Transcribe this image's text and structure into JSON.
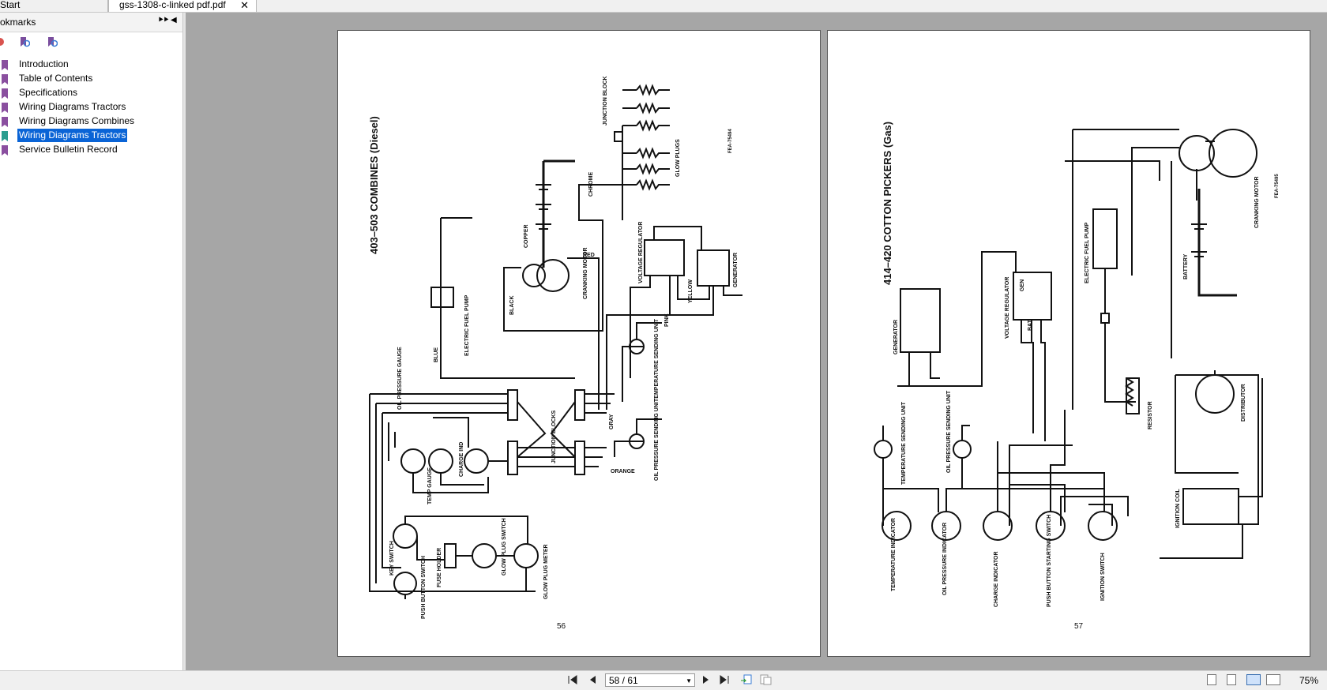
{
  "tabs": [
    {
      "label": "Start"
    },
    {
      "label": "gss-1308-c-linked pdf.pdf",
      "close": "✕"
    }
  ],
  "sidebar": {
    "title": "okmarks",
    "expand_icon": "⯈⯈",
    "collapse_icon": "◀",
    "items": [
      {
        "label": "Introduction"
      },
      {
        "label": "Table of Contents"
      },
      {
        "label": "Specifications"
      },
      {
        "label": "Wiring Diagrams Tractors"
      },
      {
        "label": "Wiring Diagrams Combines"
      },
      {
        "label": "Wiring Diagrams Tractors",
        "selected": true
      },
      {
        "label": "Service Bulletin Record"
      }
    ]
  },
  "pages": [
    {
      "title": "403–503 COMBINES (Diesel)",
      "number": "56",
      "code": "FEA-75494",
      "labels": {
        "junction_block": "JUNCTION BLOCK",
        "glow_plugs": "GLOW PLUGS",
        "chrome": "CHROME",
        "copper": "COPPER",
        "red": "RED",
        "cranking_motor": "CRANKING MOTOR",
        "voltage_regulator": "VOLTAGE REGULATOR",
        "generator": "GENERATOR",
        "yellow": "YELLOW",
        "black": "BLACK",
        "blue": "BLUE",
        "pink": "PINK",
        "electric_fuel_pump": "ELECTRIC FUEL PUMP",
        "oil_pressure_gauge": "OIL PRESSURE GAUGE",
        "temperature_sending_unit": "TEMPERATURE SENDING UNIT",
        "gray": "GRAY",
        "junction_blocks": "JUNCTION BLOCKS",
        "oil_pressure_sending_unit": "OIL PRESSURE SENDING UNIT",
        "orange": "ORANGE",
        "temp_gauge": "TEMP GAUGE",
        "charge_ind": "CHARGE IND",
        "key_switch": "KEY SWITCH",
        "fuse_holder": "FUSE HOLDER",
        "glow_plug_switch": "GLOW PLUG SWITCH",
        "glow_plug_meter": "GLOW PLUG METER",
        "push_button_switch": "PUSH BUTTON SWITCH"
      }
    },
    {
      "title": "414–420 COTTON PICKERS (Gas)",
      "number": "57",
      "code": "FEA-75495",
      "labels": {
        "cranking_motor": "CRANKING MOTOR",
        "battery": "BATTERY",
        "electric_fuel_pump": "ELECTRIC FUEL PUMP",
        "voltage_regulator": "VOLTAGE REGULATOR",
        "generator": "GENERATOR",
        "resistor": "RESISTOR",
        "distributor": "DISTRIBUTOR",
        "temperature_sending_unit": "TEMPERATURE SENDING UNIT",
        "oil_pressure_sending_unit": "OIL PRESSURE SENDING UNIT",
        "ignition_coil": "IGNITION COIL",
        "temperature_indicator": "TEMPERATURE INDICATOR",
        "oil_pressure_indicator": "OIL PRESSURE INDICATOR",
        "charge_indicator": "CHARGE INDICATOR",
        "push_button_starting_switch": "PUSH BUTTON STARTING SWITCH",
        "ignition_switch": "IGNITION SWITCH",
        "gen": "GEN",
        "bat": "BAT"
      }
    }
  ],
  "status": {
    "page_display": "58 / 61",
    "zoom": "75%"
  }
}
